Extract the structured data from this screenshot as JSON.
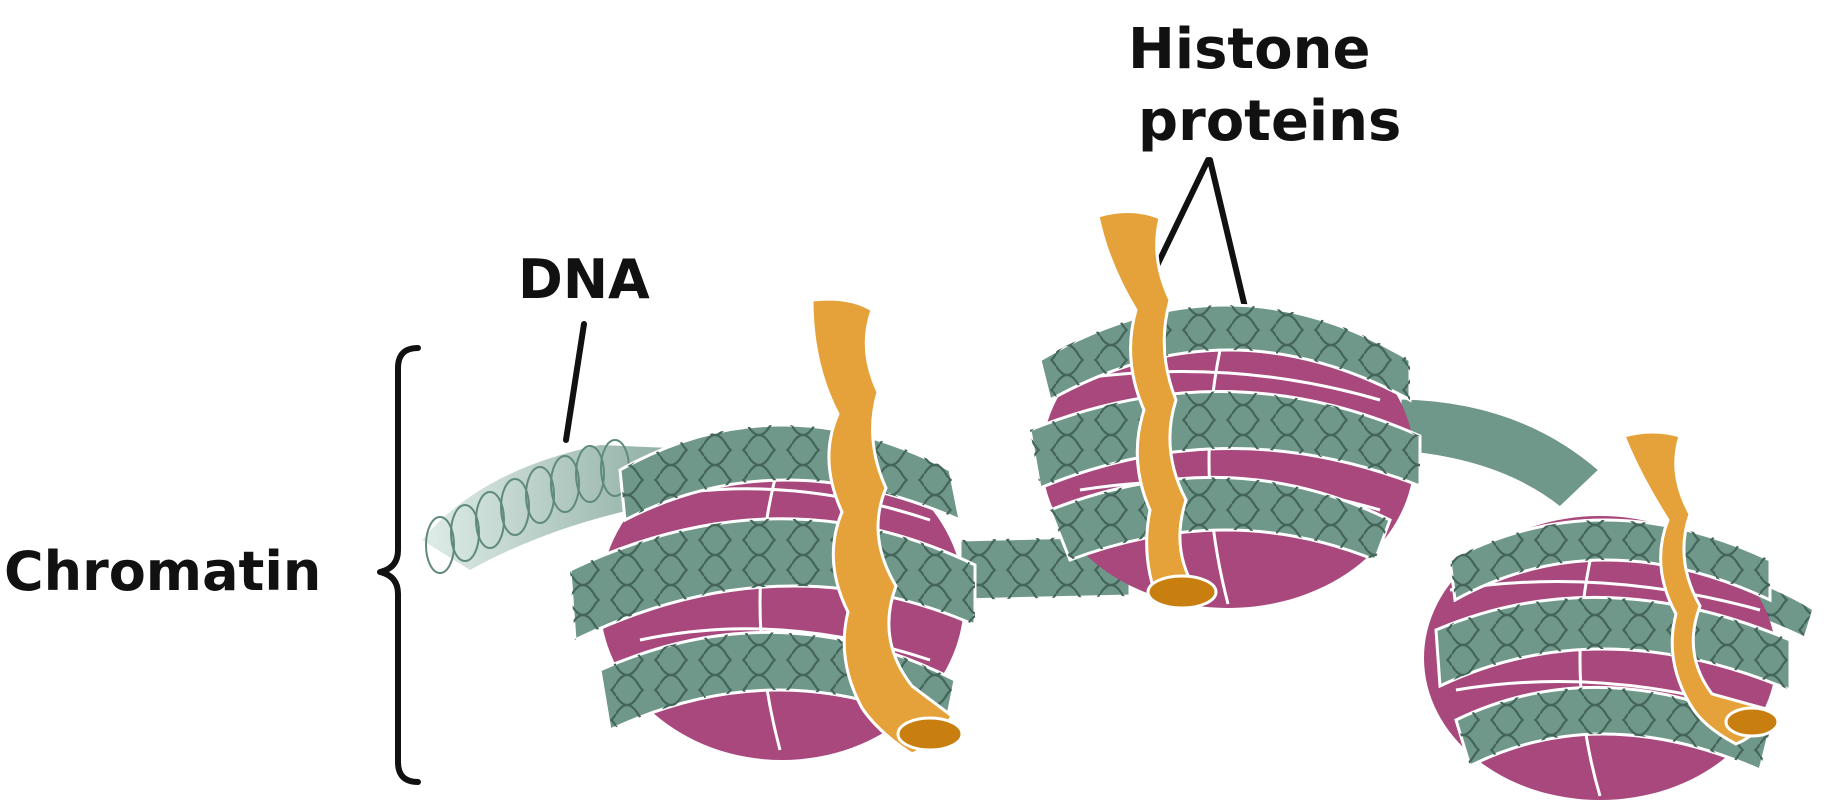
{
  "labels": {
    "chromatin": "Chromatin",
    "dna": "DNA",
    "histone_line1": "Histone",
    "histone_line2": "proteins"
  },
  "colors": {
    "dna": "#6f978a",
    "dna_dark": "#55786c",
    "dna_light": "#a9c6bb",
    "histone": "#a8487d",
    "histone_dark": "#7f315c",
    "linker_protein": "#e5a23a",
    "linker_protein_dark": "#c97f10",
    "text": "#111111"
  }
}
